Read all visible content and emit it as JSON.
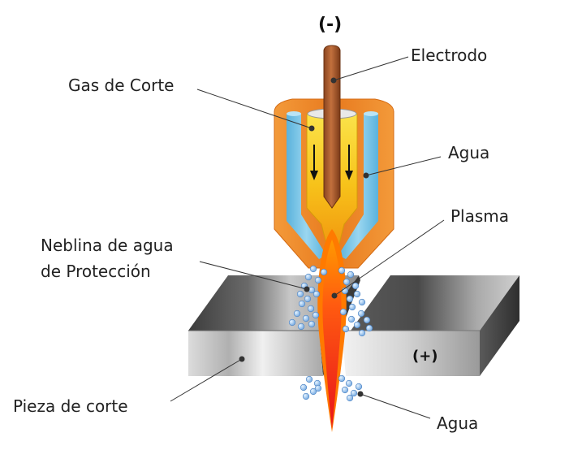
{
  "labels": {
    "negative": "(-)",
    "electrode": "Electrodo",
    "cutting_gas": "Gas de Corte",
    "water_top": "Agua",
    "plasma": "Plasma",
    "mist_line1": "Neblina de agua",
    "mist_line2": "de Protección",
    "positive": "(+)",
    "workpiece": "Pieza de corte",
    "water_bottom": "Agua"
  },
  "colors": {
    "electrode": "#a0522d",
    "nozzle_outer": "#f08a2a",
    "water_channel": "#6ec3e6",
    "gas_channel": "#f7d417",
    "plasma_core": "#e8141c",
    "plasma_outer": "#ff8a00",
    "workpiece": "#9a9a9a",
    "droplet": "#9cc8f2"
  }
}
